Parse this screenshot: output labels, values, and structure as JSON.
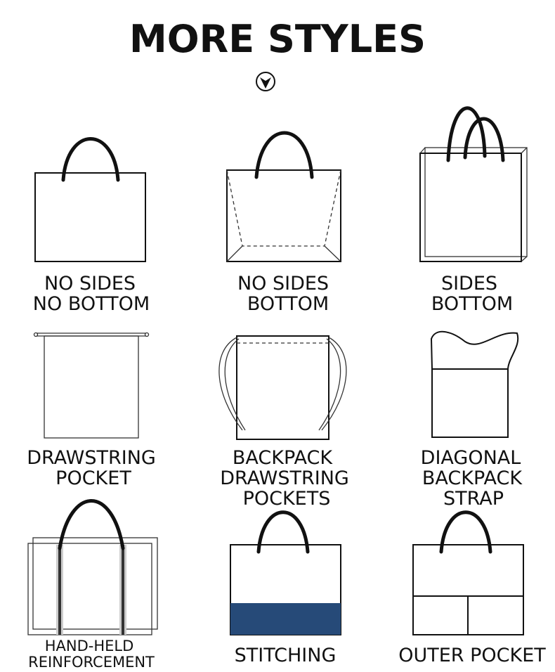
{
  "title": "MORE STYLES",
  "scroll_icon": "chevron-down-circle-icon",
  "accent_color": "#264a78",
  "styles": [
    {
      "line1": "NO SIDES",
      "line2": "NO BOTTOM"
    },
    {
      "line1": "NO SIDES",
      "line2": "BOTTOM"
    },
    {
      "line1": "SIDES",
      "line2": "BOTTOM"
    },
    {
      "line1": "DRAWSTRING",
      "line2": "POCKET"
    },
    {
      "line1": "BACKPACK",
      "line2": "DRAWSTRING",
      "line3": "POCKETS"
    },
    {
      "line1": "DIAGONAL",
      "line2": "BACKPACK",
      "line3": "STRAP"
    },
    {
      "line1": "HAND-HELD",
      "line2": "REINFORCEMENT"
    },
    {
      "line1": "STITCHING"
    },
    {
      "line1": "OUTER POCKET"
    }
  ]
}
